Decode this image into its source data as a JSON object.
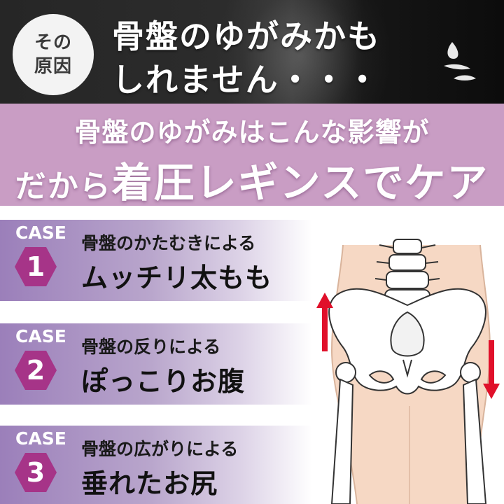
{
  "header": {
    "badge_line1": "その",
    "badge_line2": "原因",
    "headline_line1": "骨盤のゆがみかも",
    "headline_line2": "しれません・・・",
    "sweat_icon": "sweat-drops-icon"
  },
  "band": {
    "subtitle": "骨盤のゆがみはこんな影響が",
    "title_prefix": "だから",
    "title_main": "着圧レギンスでケア"
  },
  "cases": [
    {
      "label": "CASE",
      "number": "1",
      "cause": "骨盤のかたむきによる",
      "effect": "ムッチリ太もも"
    },
    {
      "label": "CASE",
      "number": "2",
      "cause": "骨盤の反りによる",
      "effect": "ぽっこりお腹"
    },
    {
      "label": "CASE",
      "number": "3",
      "cause": "骨盤の広がりによる",
      "effect": "垂れたお尻"
    }
  ],
  "colors": {
    "top_bg": "#1a1a1a",
    "band_bg": "#c99dc4",
    "case_purple": "#9b7fba",
    "hex_magenta": "#a63488",
    "arrow_red": "#e0102a",
    "skin": "#f6d8c4"
  },
  "illustration": {
    "name": "pelvis-skeleton-illustration",
    "arrow_up": "arrow-up-icon",
    "arrow_down": "arrow-down-icon"
  }
}
